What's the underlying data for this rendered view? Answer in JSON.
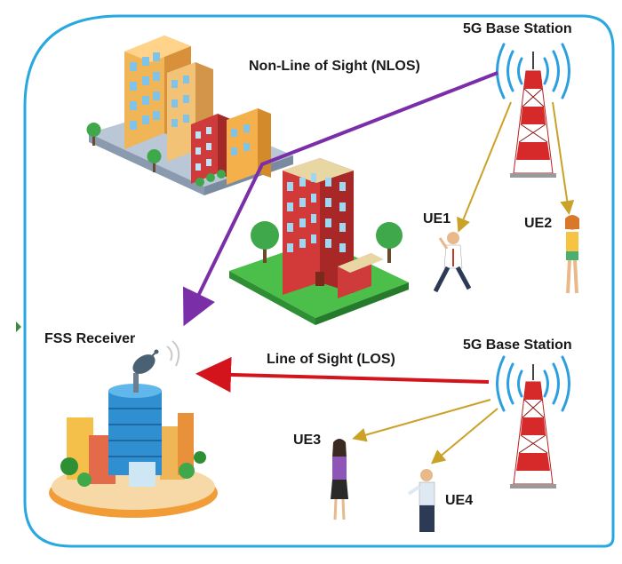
{
  "labels": {
    "nlos": "Non-Line of Sight (NLOS)",
    "los": "Line of Sight (LOS)",
    "base_station_top": "5G Base Station",
    "base_station_bottom": "5G Base Station",
    "fss_receiver": "FSS Receiver",
    "ue1": "UE1",
    "ue2": "UE2",
    "ue3": "UE3",
    "ue4": "UE4"
  },
  "colors": {
    "frame": "#29a8e0",
    "nlos_path": "#7a2fa8",
    "los_path": "#d3141c",
    "ue_link": "#c9a227",
    "tower_red": "#d62a2a",
    "tower_white": "#ffffff",
    "signal_wave": "#2b9fe0"
  },
  "icons": [
    "city-buildings-icon",
    "apartment-building-icon",
    "cell-tower-icon",
    "satellite-dish-icon",
    "person-icon",
    "tree-icon"
  ]
}
